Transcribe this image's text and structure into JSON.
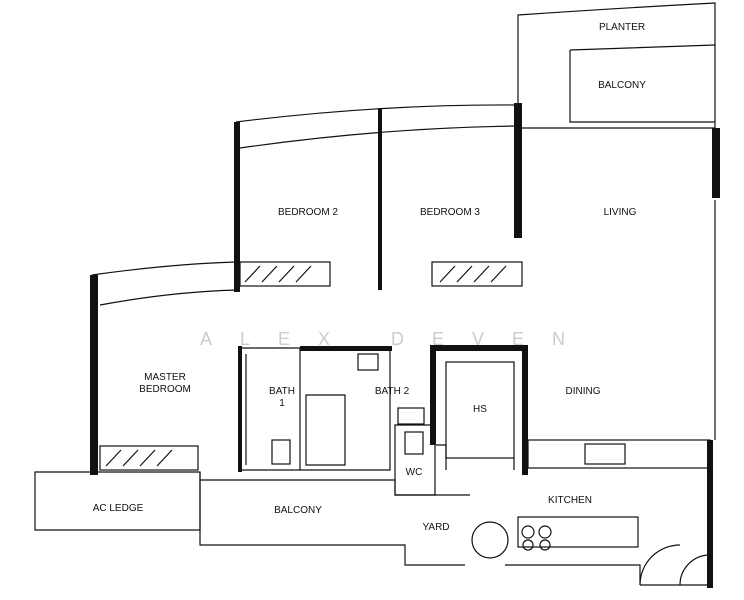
{
  "rooms": {
    "planter": "PLANTER",
    "balcony_top": "BALCONY",
    "living": "LIVING",
    "bedroom2": "BEDROOM 2",
    "bedroom3": "BEDROOM 3",
    "master_line1": "MASTER",
    "master_line2": "BEDROOM",
    "bath1_line1": "BATH",
    "bath1_line2": "1",
    "bath2": "BATH 2",
    "hs": "HS",
    "dining": "DINING",
    "wc": "WC",
    "kitchen": "KITCHEN",
    "yard": "YARD",
    "balcony_bottom": "BALCONY",
    "ac_ledge": "AC LEDGE"
  },
  "watermark": "ALEX DEVEN"
}
